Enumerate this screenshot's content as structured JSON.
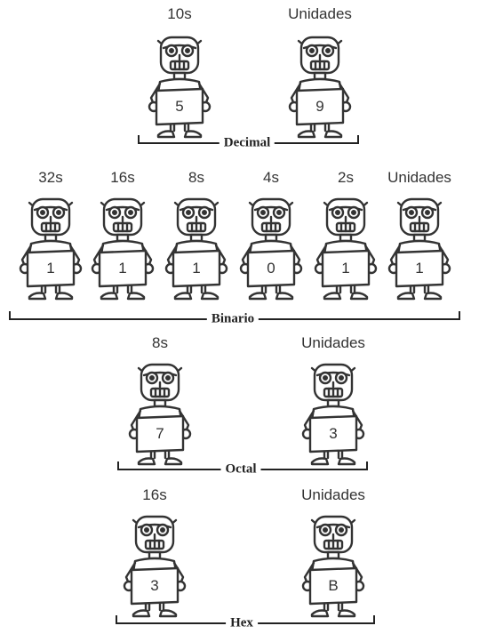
{
  "groups": [
    {
      "name": "Decimal",
      "robots": [
        {
          "place": "10s",
          "digit": "5"
        },
        {
          "place": "Unidades",
          "digit": "9"
        }
      ]
    },
    {
      "name": "Binario",
      "robots": [
        {
          "place": "32s",
          "digit": "1"
        },
        {
          "place": "16s",
          "digit": "1"
        },
        {
          "place": "8s",
          "digit": "1"
        },
        {
          "place": "4s",
          "digit": "0"
        },
        {
          "place": "2s",
          "digit": "1"
        },
        {
          "place": "Unidades",
          "digit": "1"
        }
      ]
    },
    {
      "name": "Octal",
      "robots": [
        {
          "place": "8s",
          "digit": "7"
        },
        {
          "place": "Unidades",
          "digit": "3"
        }
      ]
    },
    {
      "name": "Hex",
      "robots": [
        {
          "place": "16s",
          "digit": "3"
        },
        {
          "place": "Unidades",
          "digit": "B"
        }
      ]
    }
  ]
}
